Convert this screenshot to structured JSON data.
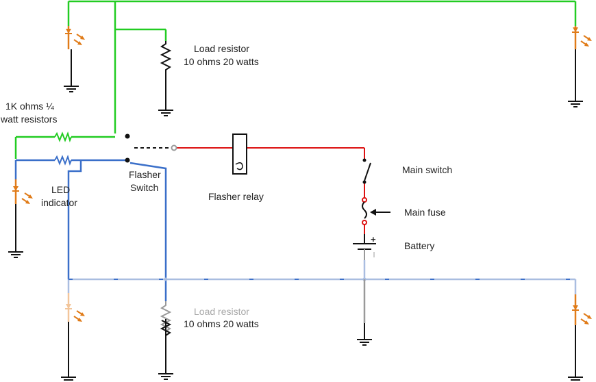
{
  "labels": {
    "load_resistor_top": "Load resistor",
    "load_resistor_top_value": "10 ohms 20 watts",
    "resistors_1k_line1": "1K ohms ¼",
    "resistors_1k_line2": "watt resistors",
    "led_indicator_line1": "LED",
    "led_indicator_line2": "indicator",
    "flasher_switch_line1": "Flasher",
    "flasher_switch_line2": "Switch",
    "flasher_relay": "Flasher relay",
    "main_switch": "Main switch",
    "main_fuse": "Main fuse",
    "battery": "Battery",
    "battery_plus": "+",
    "load_resistor_bottom": "Load resistor",
    "load_resistor_bottom_value": "10 ohms 20 watts"
  },
  "colors": {
    "green_wire": "#22cc22",
    "blue_wire": "#3a6fc9",
    "light_blue_wire": "#a9bde0",
    "red_wire": "#dd1111",
    "led_body": "#e07b18",
    "black": "#111111",
    "gray": "#999999"
  }
}
